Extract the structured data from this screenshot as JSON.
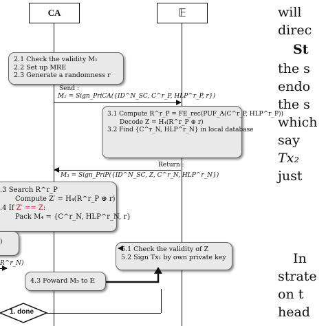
{
  "lifelines": {
    "ca_label": "CA",
    "e_label": "𝔼"
  },
  "box_ca_check": {
    "line1": "2.1 Check the validity M₁",
    "line2": "2.2 Set up MRE",
    "line3": "2.3 Generate a randomness r"
  },
  "msg_send": {
    "label": "Send :",
    "formula": "M₂ = Sign_PriCA({ID^N_SC, C^r_P, HLP^r_P, r})"
  },
  "box_compute": {
    "line1": "3.1 Compute R^r_P = FE_rec(PUF_A(C^r_P, HLP^r_P))",
    "line2": "Decode  Z = H₄(R^r_P ⊕ r)",
    "line3": "3.2 Find {C^r_N, HLP^r_N} in local database"
  },
  "msg_return": {
    "label": "Return :",
    "formula": "M₃ = Sign_PriP({ID^N_SC, Z, C^r_N, HLP^r_N})"
  },
  "box_search": {
    "line1": ".3 Search  R^r_P",
    "line2": "Compute Z′ = H₄(R^r_P ⊕ r)",
    "line3a": ".4 If ",
    "line3b": "Z′ == Z",
    "line3c": ":",
    "line4": "Pack M₄ = {C^r_N, HLP^r_N, r}"
  },
  "left_fragments": {
    "frag1": "ʳₙ)",
    "frag2": "R^r_N)"
  },
  "box_check_z": {
    "line1": "5.1 Check the validity of Z",
    "line2": "5.2 Sign Tx₁ by own private key"
  },
  "box_forward": {
    "label": "4.3 Foward M₅ to 𝔼"
  },
  "diamond": {
    "label": "1. done"
  },
  "right_text": {
    "l1": "will",
    "l2": "direc",
    "l3": "St",
    "l4": "the s",
    "l5": "endo",
    "l6": "the s",
    "l7": "which",
    "l8": "say  ",
    "l9": "Tx₂",
    "l10": "just",
    "l11": "In",
    "l12": "strate",
    "l13": "on  t",
    "l14": "head"
  }
}
